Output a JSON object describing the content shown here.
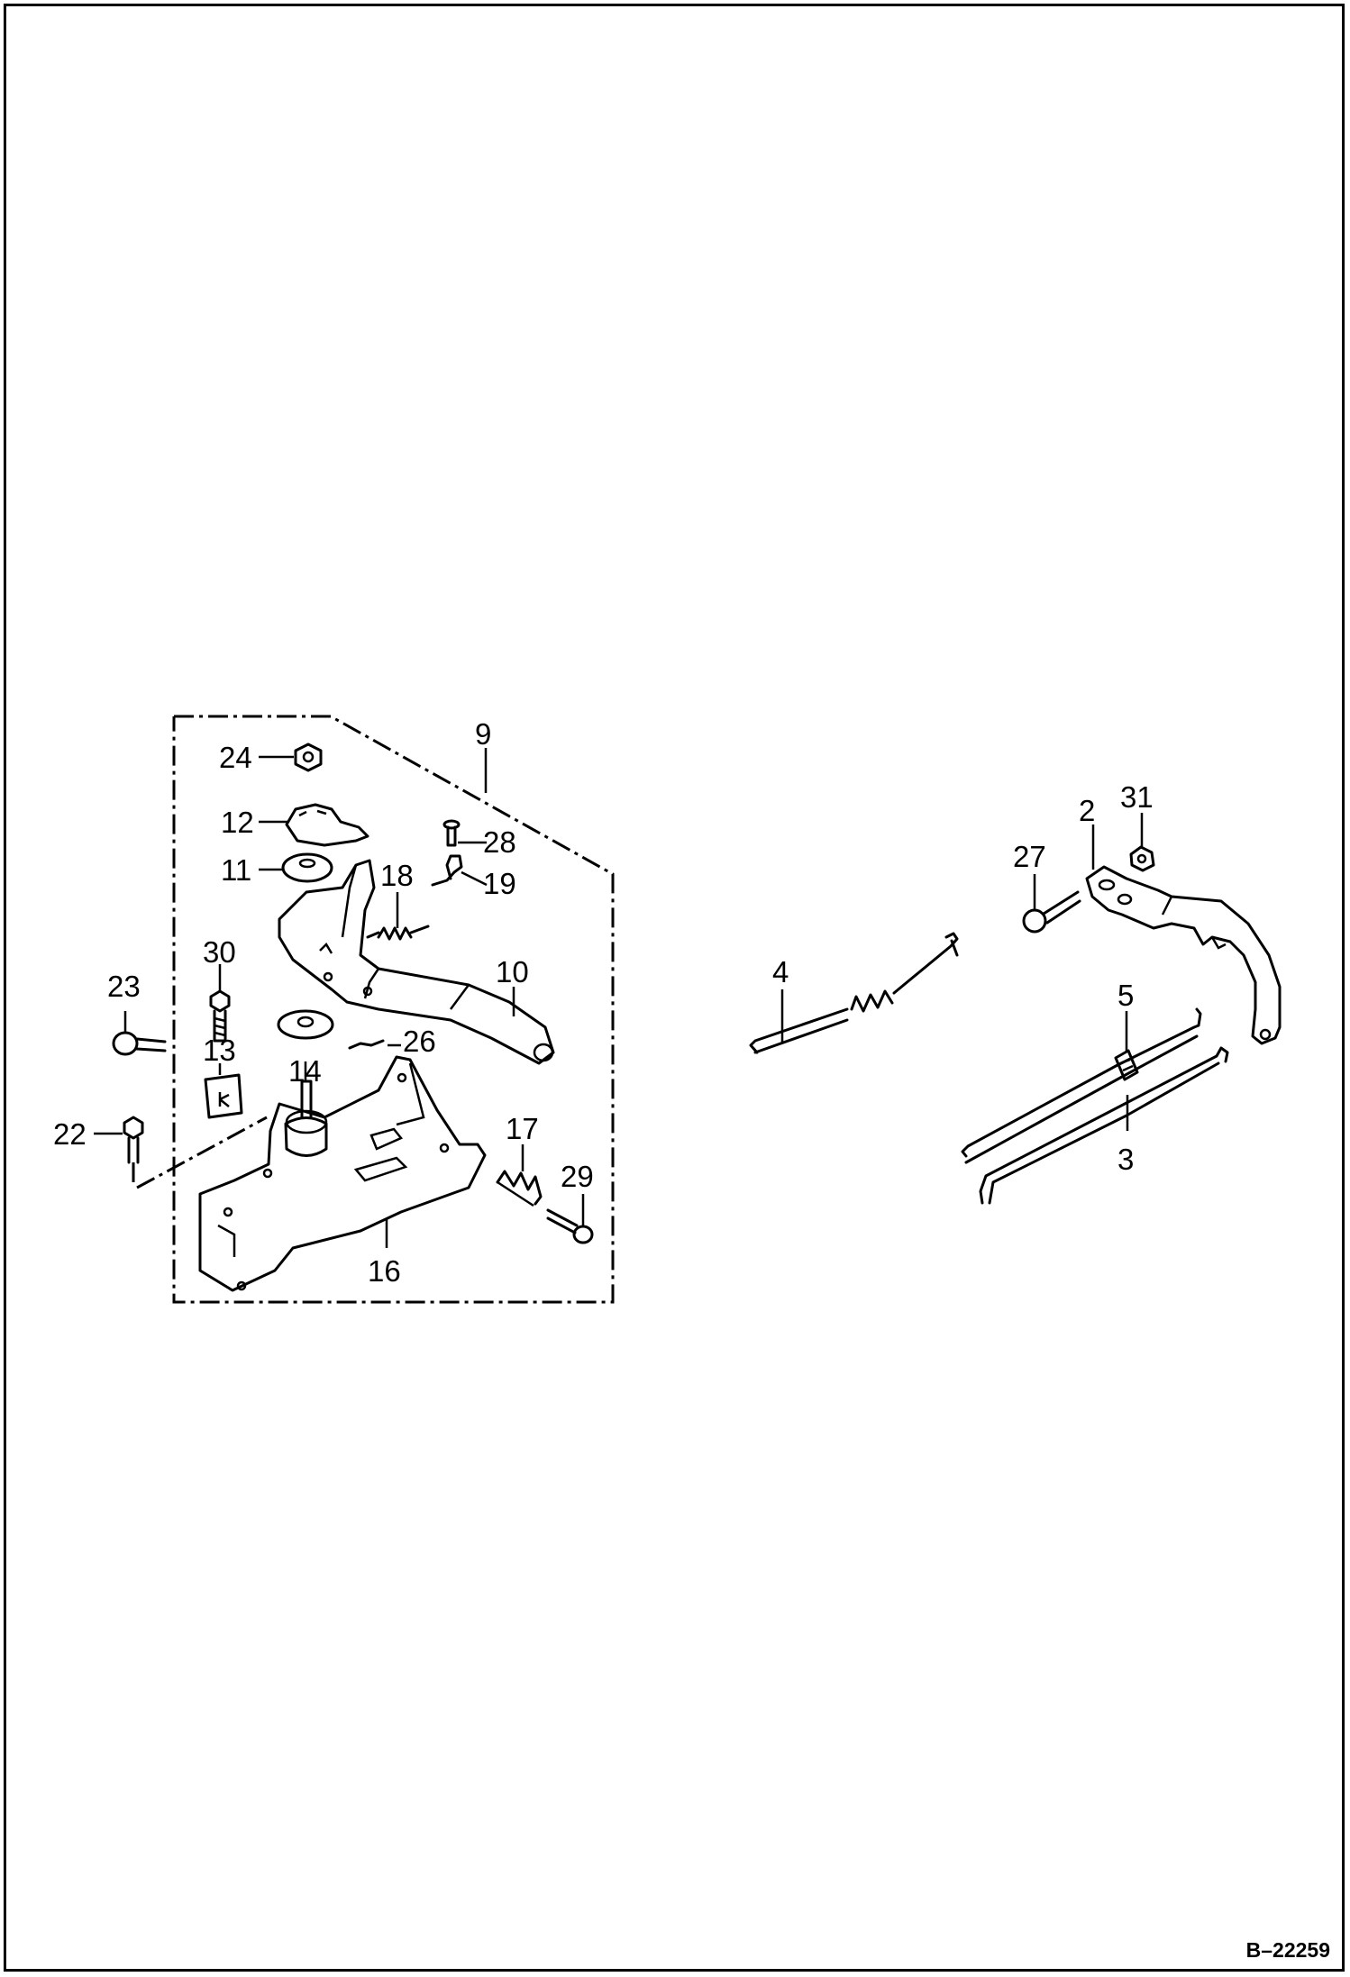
{
  "labels": {
    "l2": "2",
    "l3": "3",
    "l4": "4",
    "l5": "5",
    "l9": "9",
    "l10": "10",
    "l11": "11",
    "l12": "12",
    "l13": "13",
    "l14": "14",
    "l16": "16",
    "l17": "17",
    "l18": "18",
    "l19": "19",
    "l22": "22",
    "l23": "23",
    "l24": "24",
    "l26": "26",
    "l27": "27",
    "l28": "28",
    "l29": "29",
    "l30": "30",
    "l31": "31"
  },
  "reference_code": "B–22259"
}
